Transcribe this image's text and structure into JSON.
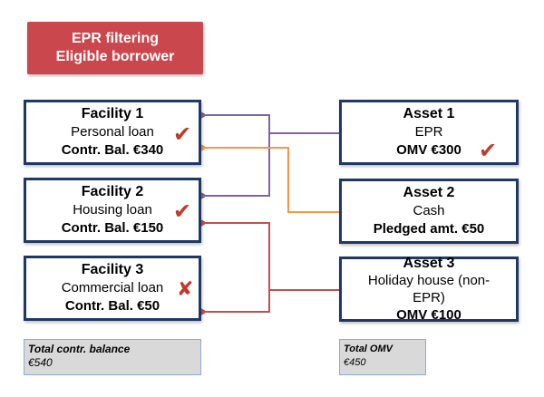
{
  "title": {
    "line1": "EPR filtering",
    "line2": "Eligible borrower"
  },
  "facilities": [
    {
      "name": "Facility 1",
      "type": "Personal loan",
      "balance": "Contr. Bal. €340",
      "status": "✔"
    },
    {
      "name": "Facility 2",
      "type": "Housing loan",
      "balance": "Contr. Bal. €150",
      "status": "✔"
    },
    {
      "name": "Facility 3",
      "type": "Commercial loan",
      "balance": "Contr. Bal. €50",
      "status": "✘"
    }
  ],
  "assets": [
    {
      "name": "Asset 1",
      "type": "EPR",
      "value": "OMV €300",
      "status": "✔"
    },
    {
      "name": "Asset 2",
      "type": "Cash",
      "value": "Pledged amt. €50"
    },
    {
      "name": "Asset 3",
      "type": "Holiday house (non-EPR)",
      "value": "OMV €100"
    }
  ],
  "totals": {
    "left": {
      "label": "Total contr. balance",
      "value": "€540"
    },
    "right": {
      "label": "Total OMV",
      "value": "€450"
    }
  },
  "colors": {
    "title_bg": "#c9474d",
    "box_border": "#1f3864",
    "link_asset1": "#8064a2",
    "link_asset2": "#f79646",
    "link_asset3": "#c0504d",
    "mark": "#c0392b"
  }
}
